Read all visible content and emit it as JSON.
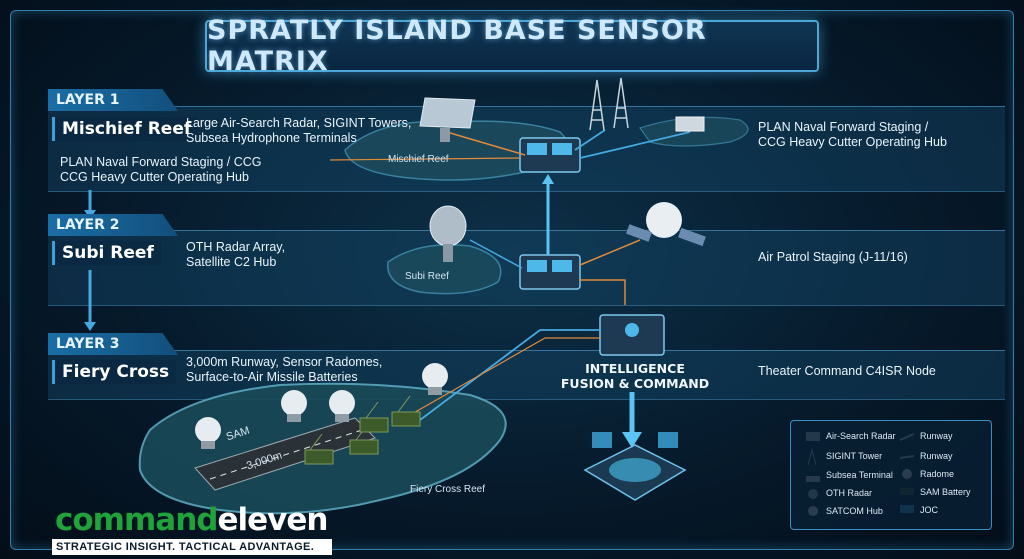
{
  "title": "SPRATLY ISLAND BASE SENSOR MATRIX",
  "layers": [
    {
      "label": "LAYER 1",
      "reef": "Mischief Reef",
      "sensors_line1": "Large Air-Search Radar, SIGINT Towers,",
      "sensors_line2": "Subsea Hydrophone Terminals",
      "left_line1": "PLAN Naval Forward Staging / CCG",
      "left_line2": "CCG Heavy Cutter Operating Hub",
      "role_line1": "PLAN Naval Forward Staging /",
      "role_line2": "CCG Heavy Cutter Operating Hub",
      "island_caption": "Mischief Reef"
    },
    {
      "label": "LAYER 2",
      "reef": "Subi Reef",
      "sensors_line1": "OTH Radar Array,",
      "sensors_line2": "Satellite C2 Hub",
      "role_line1": "Air Patrol Staging (J-11/16)",
      "island_caption": "Subi Reef"
    },
    {
      "label": "LAYER 3",
      "reef": "Fiery Cross",
      "sensors_line1": "3,000m Runway, Sensor Radomes,",
      "sensors_line2": "Surface-to-Air Missile Batteries",
      "role_line1": "Theater Command C4ISR Node",
      "island_caption": "Fiery Cross Reef",
      "runway_label": "3,000m",
      "sam_label": "SAM"
    }
  ],
  "fusion": {
    "line1": "INTELLIGENCE",
    "line2": "FUSION & COMMAND"
  },
  "legend": [
    {
      "icon": "air-search-radar-icon",
      "label": "Air-Search Radar"
    },
    {
      "icon": "runway-icon",
      "label": "Runway"
    },
    {
      "icon": "sigint-tower-icon",
      "label": "SIGINT Tower"
    },
    {
      "icon": "runway-strip-icon",
      "label": "Runway"
    },
    {
      "icon": "subsea-terminal-icon",
      "label": "Subsea Terminal"
    },
    {
      "icon": "radome-icon",
      "label": "Radome"
    },
    {
      "icon": "oth-radar-icon",
      "label": "OTH Radar"
    },
    {
      "icon": "sam-battery-icon",
      "label": "SAM Battery"
    },
    {
      "icon": "satcom-hub-icon",
      "label": "SATCOM Hub"
    },
    {
      "icon": "joc-icon",
      "label": "JOC"
    }
  ],
  "brand": {
    "part1": "command",
    "part2": "eleven",
    "tagline": "STRATEGIC INSIGHT. TACTICAL ADVANTAGE."
  },
  "colors": {
    "accent": "#45a9e0",
    "link_orange": "#e08a3a",
    "brand_green": "#1fa33a"
  }
}
